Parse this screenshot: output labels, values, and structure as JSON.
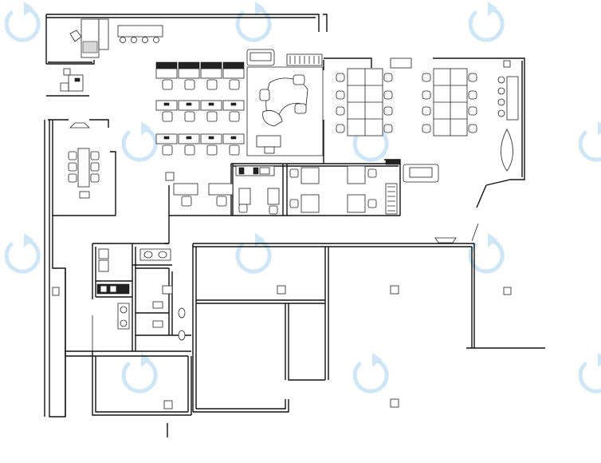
{
  "plan": {
    "wall_color": "#111111",
    "background": "#ffffff",
    "watermark": {
      "icon": "refresh-arrow-icon",
      "color": "#cfe6f5"
    },
    "rooms": [
      {
        "id": "private-office-top-left",
        "furniture": [
          "desk",
          "chair",
          "sofa"
        ]
      },
      {
        "id": "small-office-left",
        "furniture": [
          "desk",
          "chair"
        ]
      },
      {
        "id": "conference-room-left",
        "furniture": [
          "conference-table",
          "chairs",
          "projector"
        ]
      },
      {
        "id": "open-workstations",
        "furniture": [
          "desk-cluster",
          "task-chairs"
        ]
      },
      {
        "id": "lounge-center",
        "furniture": [
          "sofa",
          "armchairs",
          "coffee-table"
        ]
      },
      {
        "id": "meeting-room-right-1",
        "furniture": [
          "table",
          "chairs"
        ]
      },
      {
        "id": "meeting-room-right-2",
        "furniture": [
          "table",
          "chairs"
        ]
      },
      {
        "id": "executive-office-right",
        "furniture": [
          "desk",
          "chairs",
          "cabinet"
        ]
      },
      {
        "id": "restrooms",
        "furniture": [
          "toilets",
          "sinks"
        ]
      },
      {
        "id": "pantry",
        "furniture": [
          "counter",
          "sink"
        ]
      },
      {
        "id": "storage-rooms",
        "furniture": [
          "columns"
        ]
      }
    ]
  }
}
